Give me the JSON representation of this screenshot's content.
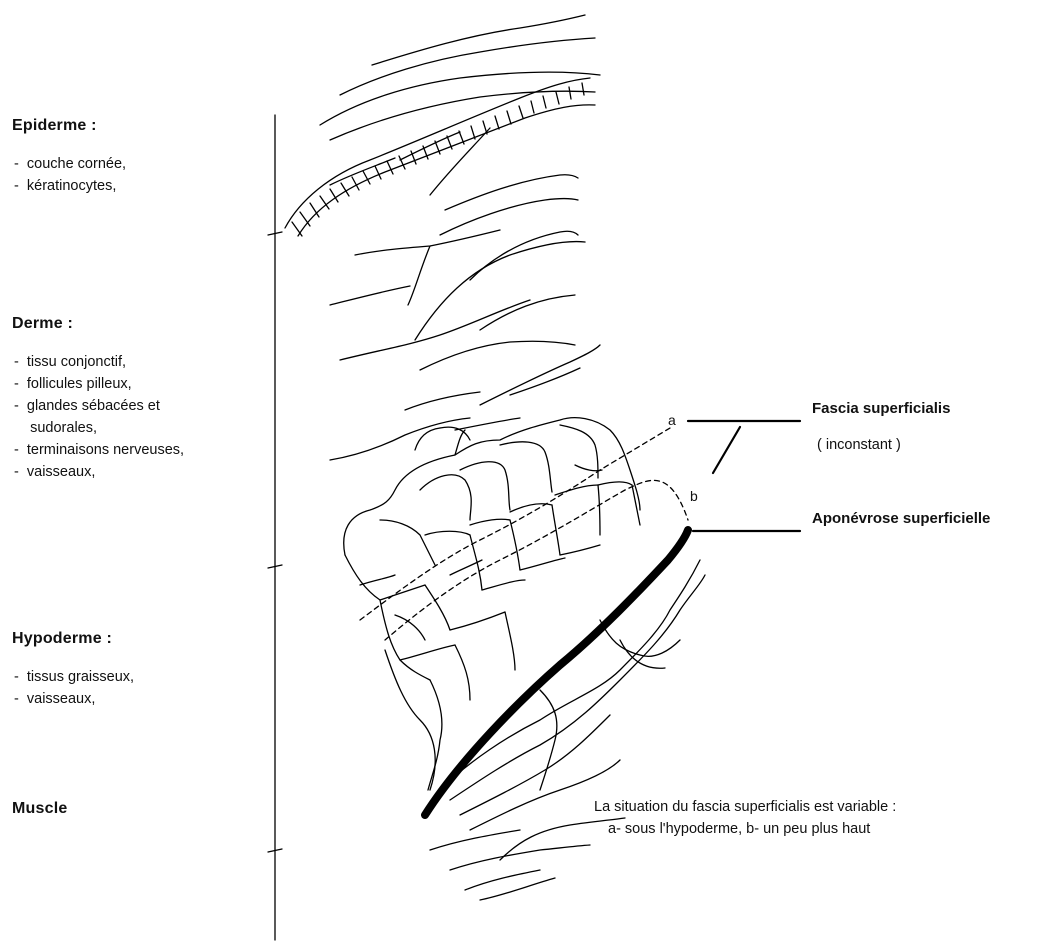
{
  "layers": [
    {
      "title": "Epiderme :",
      "items": [
        "-  couche cornée,",
        "-  kératinocytes,"
      ]
    },
    {
      "title": "Derme :",
      "items": [
        "-  tissu conjonctif,",
        "-  follicules pilleux,",
        "-  glandes sébacées et",
        "    sudorales,",
        "-  terminaisons nerveuses,",
        "-  vaisseaux,"
      ]
    },
    {
      "title": "Hypoderme :",
      "items": [
        "-  tissus graisseux,",
        "-  vaisseaux,"
      ]
    },
    {
      "title": "Muscle",
      "items": []
    }
  ],
  "labels": {
    "fascia": "Fascia superficialis",
    "fascia_note": "( inconstant )",
    "aponevrose": "Aponévrose superficielle",
    "letter_a": "a",
    "letter_b": "b"
  },
  "caption": {
    "line1": "La situation du fascia superficialis est variable :",
    "line2": "a- sous l'hypoderme, b- un peu plus haut"
  }
}
